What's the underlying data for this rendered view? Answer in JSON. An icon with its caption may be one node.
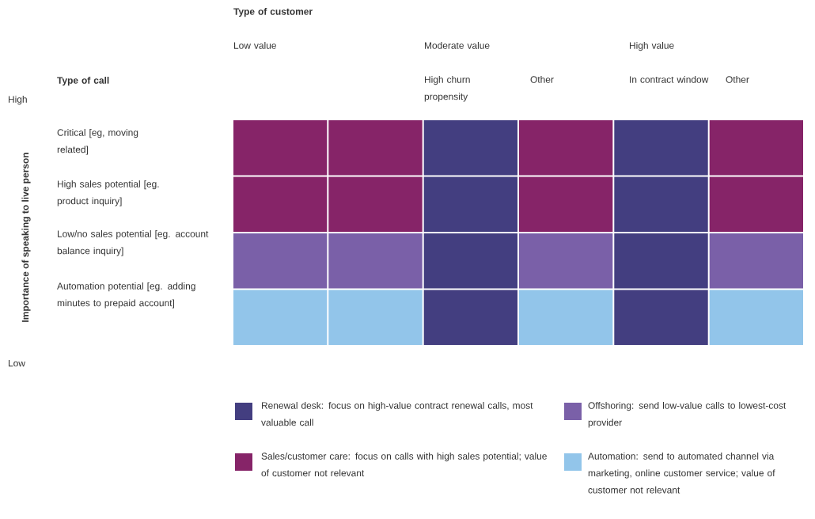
{
  "diagram": {
    "labels": [
      "Type of customer",
      "Low value",
      "Moderate value",
      "High value",
      "Type of call",
      "High churn propensity",
      "Other",
      "In contract window",
      "Other",
      "High",
      "Importance of speaking to live person",
      "Critical [eg, moving related]",
      "High sales potential [eg. product inquiry]",
      "Low/no sales potential [eg. account balance inquiry]",
      "Automation potential [eg. adding minutes to prepaid account]",
      "Low"
    ],
    "legend": [
      {
        "text": "Renewal desk: focus on high-value contract renewal calls, most valuable call",
        "color": "#433e80"
      },
      {
        "text": "Offshoring: send low-value calls to lowest-cost provider",
        "color": "#7a60a8"
      },
      {
        "text": "Sales/customer care: focus on calls with high sales potential; value of customer not relevant",
        "color": "#862468"
      },
      {
        "text": "Automation: send to automated channel via marketing, online customer service; value of customer not relevant",
        "color": "#92c5ea"
      }
    ]
  }
}
